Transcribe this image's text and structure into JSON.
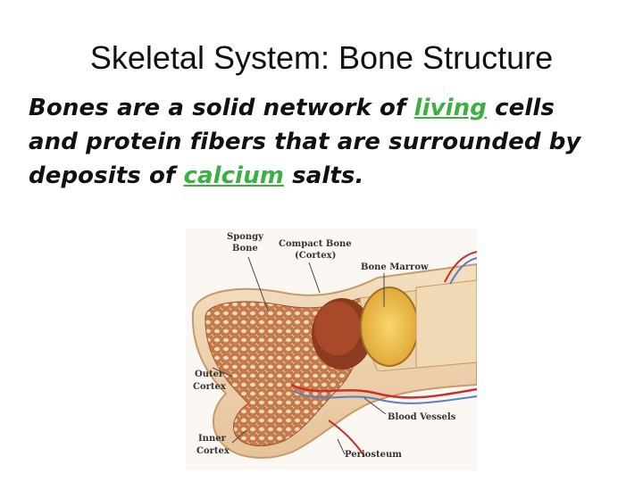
{
  "title": "Skeletal System: Bone Structure",
  "body": {
    "t1": "Bones are a solid network of ",
    "kw1": "living",
    "t2": " cells and protein fibers that are surrounded by deposits of ",
    "kw2": "calcium",
    "t3": " salts."
  },
  "figure": {
    "labels": {
      "spongy_1": "Spongy",
      "spongy_2": "Bone",
      "compact_1": "Compact Bone",
      "compact_2": "(Cortex)",
      "marrow": "Bone Marrow",
      "outer_1": "Outer",
      "outer_2": "Cortex",
      "inner_1": "Inner",
      "inner_2": "Cortex",
      "vessels": "Blood Vessels",
      "periosteum": "Periosteum"
    }
  },
  "colors": {
    "keyword": "#3cb043",
    "bone_outer": "#f0d9b5",
    "spongy": "#b5653a",
    "marrow": "#f2c14a",
    "vessel_red": "#c9302c",
    "vessel_blue": "#5b7fc4"
  }
}
